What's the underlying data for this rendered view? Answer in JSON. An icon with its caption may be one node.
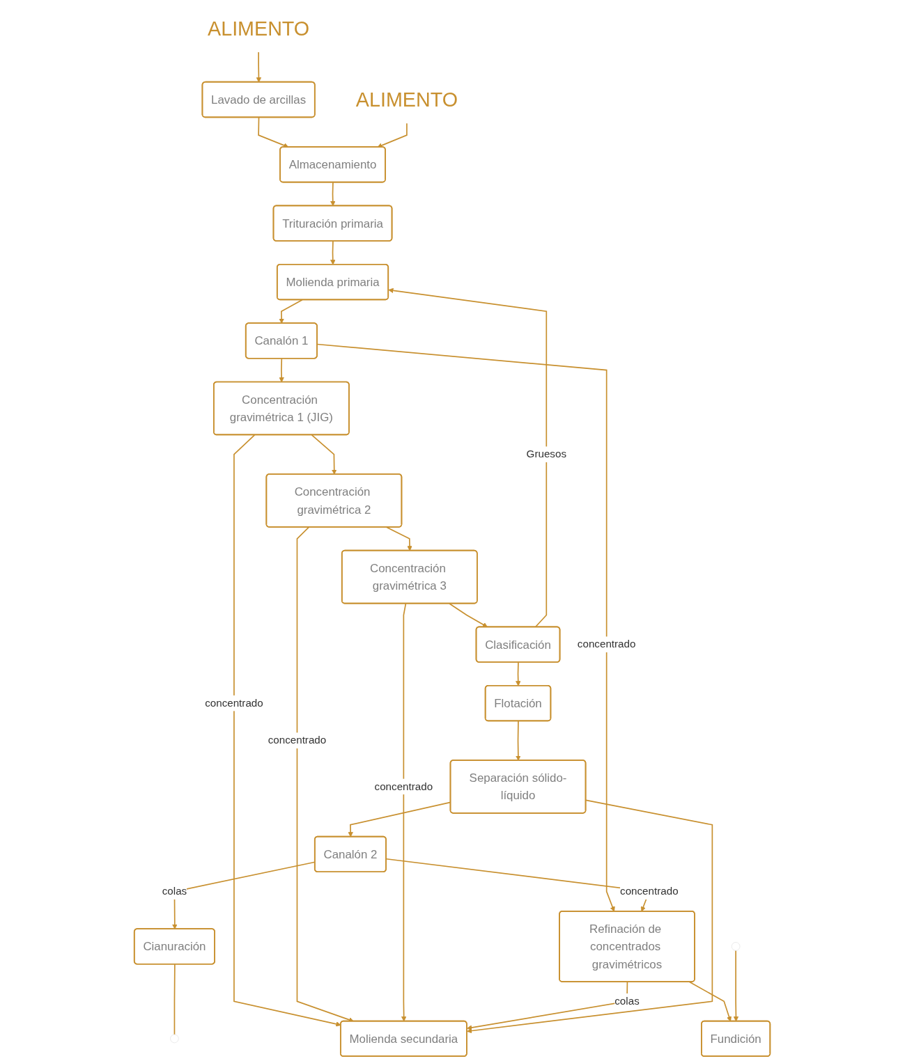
{
  "diagram": {
    "nodes": [
      {
        "text": [
          "ALIMENTO"
        ]
      },
      {
        "text": [
          "Lavado de arcillas"
        ]
      },
      {
        "text": [
          "ALIMENTO"
        ]
      },
      {
        "text": [
          "Almacenamiento"
        ]
      },
      {
        "text": [
          "Trituración primaria"
        ]
      },
      {
        "text": [
          "Molienda primaria"
        ]
      },
      {
        "text": [
          "Canalón 1"
        ]
      },
      {
        "text": [
          "Concentración gravimétrica 1 (JIG)"
        ]
      },
      {
        "text": [
          "Concentración gravimétrica 2"
        ]
      },
      {
        "text": [
          "Concentración gravimétrica 3"
        ]
      },
      {
        "text": [
          "Clasificación"
        ]
      },
      {
        "text": [
          "Flotación"
        ]
      },
      {
        "text": [
          "Separación sólido-líquido"
        ]
      },
      {
        "text": [
          "Canalón 2"
        ]
      },
      {
        "text": [
          "Cianuración"
        ]
      },
      {
        "text": [
          "Molienda secundaria"
        ]
      },
      {
        "text": [
          "Refinación de concentrados gravimétricos"
        ]
      },
      {
        "text": [
          "Fundición"
        ]
      }
    ],
    "edges": [
      {
        "from": 0,
        "to": 1,
        "arrow": "to"
      },
      {
        "from": 1,
        "to": 3,
        "arrow": "to"
      },
      {
        "from": 2,
        "to": 3,
        "arrow": "to"
      },
      {
        "from": 3,
        "to": 4,
        "arrow": "to"
      },
      {
        "from": 4,
        "to": 5,
        "arrow": "to"
      },
      {
        "from": 5,
        "to": 6,
        "arrow": "to"
      },
      {
        "from": 6,
        "to": 7,
        "arrow": "to"
      },
      {
        "from": 7,
        "to": 8,
        "arrow": "to"
      },
      {
        "from": 8,
        "to": 9,
        "arrow": "to"
      },
      {
        "from": 9,
        "to": 10,
        "arrow": "to"
      },
      {
        "from": 10,
        "to": 11,
        "arrow": "to"
      },
      {
        "from": 11,
        "to": 12,
        "arrow": "to"
      },
      {
        "from": 12,
        "to": 13,
        "arrow": "to"
      },
      {
        "from": 13,
        "to": 14,
        "label": "colas",
        "arrow": "to"
      },
      {
        "from": 14,
        "to": null,
        "arrow": "none"
      },
      {
        "from": 10,
        "to": 5,
        "label": "Gruesos",
        "arrow": "to"
      },
      {
        "from": 6,
        "to": 16,
        "label": "concentrado",
        "arrow": "to"
      },
      {
        "from": 7,
        "to": 15,
        "label": "concentrado",
        "arrow": "to"
      },
      {
        "from": 8,
        "to": 15,
        "label": "concentrado",
        "arrow": "to"
      },
      {
        "from": 9,
        "to": 15,
        "label": "concentrado",
        "arrow": "to"
      },
      {
        "from": 16,
        "to": 15,
        "label": "colas",
        "arrow": "to"
      },
      {
        "from": 12,
        "to": 15,
        "arrow": "to"
      },
      {
        "from": 13,
        "to": 16,
        "label": "concentrado",
        "arrow": "to"
      },
      {
        "from": 16,
        "to": 17,
        "arrow": "to"
      },
      {
        "from": null,
        "to": 17,
        "arrow": "to"
      }
    ]
  }
}
